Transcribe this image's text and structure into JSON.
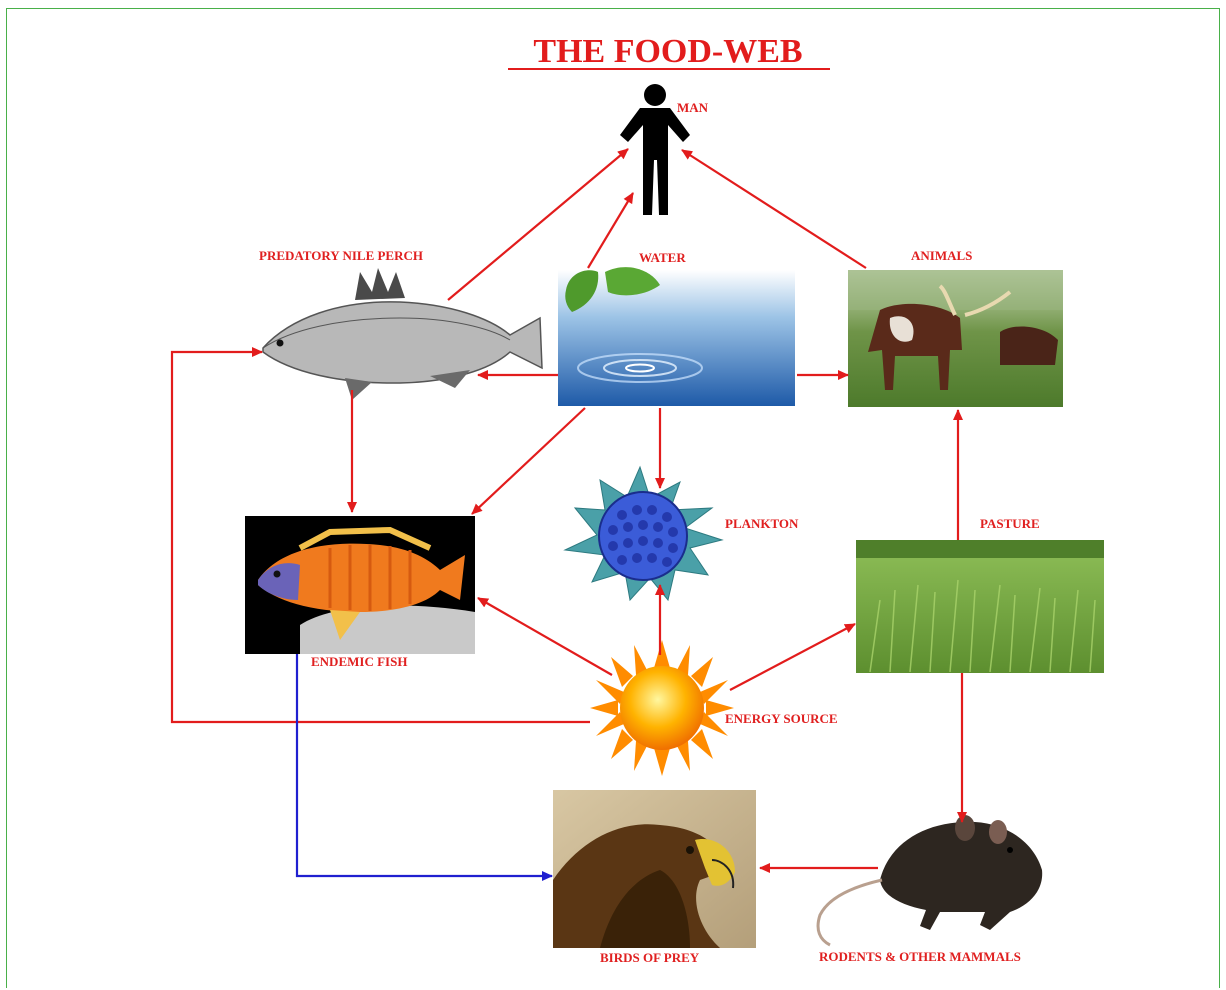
{
  "title": "THE FOOD-WEB",
  "nodes": {
    "man": "MAN",
    "predatory_nile_perch": "PREDATORY NILE PERCH",
    "water": "WATER",
    "animals": "ANIMALS",
    "endemic_fish": "ENDEMIC FISH",
    "plankton": "PLANKTON",
    "pasture": "PASTURE",
    "energy_source": "ENERGY SOURCE",
    "birds_of_prey": "BIRDS OF PREY",
    "rodents": "RODENTS & OTHER MAMMALS"
  },
  "colors": {
    "arrow_red": "#e21c1c",
    "arrow_blue": "#2020d0",
    "label_red": "#e02020",
    "frame_green": "#49b049"
  }
}
